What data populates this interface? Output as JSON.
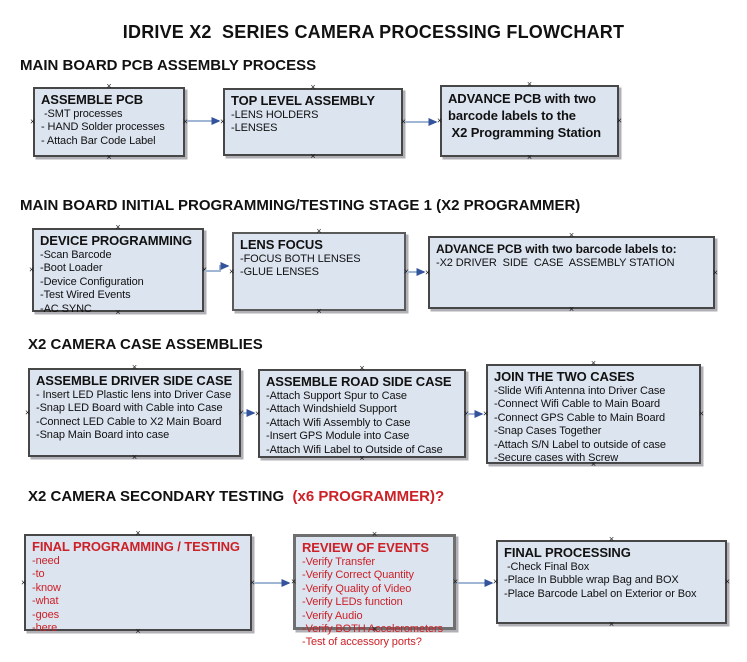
{
  "title": "IDRIVE X2  SERIES CAMERA PROCESSING FLOWCHART",
  "colors": {
    "text": "#111111",
    "red": "#cc2127",
    "box_fill": "#dce4f0",
    "box_border": "#474747",
    "box_shadow": "#b0b0b6",
    "arrow_line": "#a0b6d4",
    "arrow_head": "#33539c"
  },
  "sections": [
    {
      "heading": "MAIN BOARD PCB ASSEMBLY PROCESS",
      "boxes": [
        {
          "title": "ASSEMBLE PCB",
          "items": [
            " -SMT processes",
            "- HAND Solder processes",
            "- Attach Bar Code Label"
          ]
        },
        {
          "title": "TOP LEVEL ASSEMBLY",
          "items": [
            "-LENS HOLDERS",
            "-LENSES"
          ]
        },
        {
          "lines": [
            "ADVANCE PCB with two",
            "barcode labels to the",
            " X2 Programming Station"
          ]
        }
      ]
    },
    {
      "heading": "MAIN BOARD INITIAL PROGRAMMING/TESTING STAGE 1 (X2 PROGRAMMER)",
      "boxes": [
        {
          "title": "DEVICE PROGRAMMING",
          "items": [
            "-Scan Barcode",
            "-Boot Loader",
            "-Device Configuration",
            "-Test Wired Events",
            "-AC SYNC"
          ]
        },
        {
          "title": "LENS FOCUS",
          "items": [
            "-FOCUS BOTH LENSES",
            "-GLUE LENSES"
          ]
        },
        {
          "title": "ADVANCE PCB with two barcode labels to:",
          "items": [
            "-X2 DRIVER  SIDE  CASE  ASSEMBLY STATION"
          ]
        }
      ]
    },
    {
      "heading": "X2 CAMERA CASE ASSEMBLIES",
      "boxes": [
        {
          "title": "ASSEMBLE DRIVER SIDE CASE",
          "items": [
            "- Insert LED Plastic lens into Driver Case",
            "-Snap LED Board with Cable into Case",
            "-Connect LED Cable to X2 Main Board",
            "-Snap Main Board into case"
          ]
        },
        {
          "title": "ASSEMBLE ROAD SIDE CASE",
          "items": [
            "-Attach Support Spur to Case",
            "-Attach Windshield Support",
            "-Attach Wifi Assembly to Case",
            "-Insert GPS Module into Case",
            "-Attach Wifi Label to Outside of Case"
          ]
        },
        {
          "title": "JOIN THE TWO CASES",
          "items": [
            "-Slide Wifi Antenna into Driver Case",
            "-Connect Wifi Cable to Main Board",
            "-Connect GPS Cable to Main Board",
            "-Snap Cases Together",
            "-Attach S/N Label to outside of case",
            "-Secure cases with Screw"
          ]
        }
      ]
    },
    {
      "heading": "X2 CAMERA SECONDARY TESTING ",
      "heading_red": " (x6 PROGRAMMER)?",
      "boxes": [
        {
          "title": "FINAL PROGRAMMING / TESTING",
          "items": [
            "-need",
            "-to",
            "-know",
            "-what",
            "-goes",
            "-here"
          ]
        },
        {
          "title": "REVIEW OF EVENTS",
          "items": [
            "-Verify Transfer",
            "-Verify Correct Quantity",
            "-Verify Quality of Video",
            "-Verify LEDs function",
            "-Verify Audio",
            "-Verify BOTH Accelerometers",
            "-Test of accessory ports?"
          ]
        },
        {
          "title": "FINAL PROCESSING",
          "items": [
            " -Check Final Box",
            "-Place In Bubble wrap Bag and BOX",
            "-Place Barcode Label on Exterior or Box"
          ]
        }
      ]
    }
  ]
}
